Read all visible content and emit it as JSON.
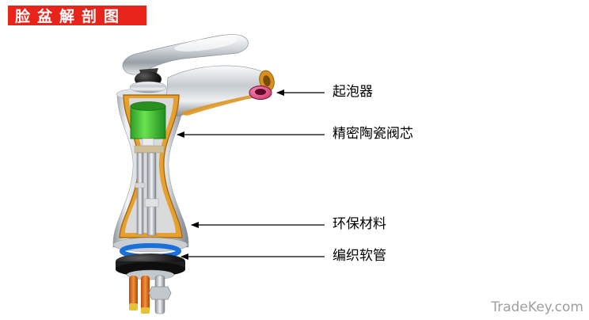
{
  "header": {
    "title": "脸盆解剖图"
  },
  "diagram": {
    "subject": "basin faucet cutaway",
    "labels": [
      {
        "id": "aerator",
        "text": "起泡器"
      },
      {
        "id": "ceramic-cartridge",
        "text": "精密陶瓷阀芯"
      },
      {
        "id": "eco-material",
        "text": "环保材料"
      },
      {
        "id": "braided-hose",
        "text": "编织软管"
      }
    ]
  },
  "watermark": {
    "text": "TradeKey.com"
  },
  "colors": {
    "title_bg": "#e8231a",
    "title_text": "#ffffff",
    "cartridge_green": "#3cc32e",
    "aerator_pink": "#d84b80",
    "cutaway_orange": "#e6a02f",
    "oring_blue": "#1a6fd8",
    "hose_orange": "#e07a1f",
    "leader_line": "#000000",
    "watermark_gray": "#9e9e9e"
  }
}
